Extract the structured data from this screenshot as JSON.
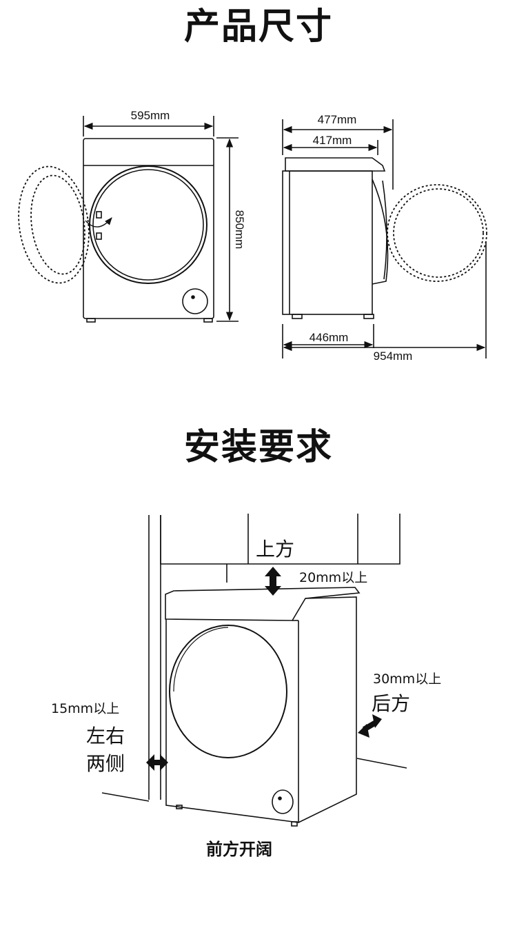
{
  "titles": {
    "dimensions": "产品尺寸",
    "install": "安装要求"
  },
  "dimensions": {
    "front_width": "595mm",
    "height": "850mm",
    "side_depth_total": "477mm",
    "side_depth_body": "417mm",
    "side_depth_feet": "446mm",
    "side_depth_door_open": "954mm"
  },
  "install": {
    "top_label": "上方",
    "top_clearance": "20mm以上",
    "back_clearance": "30mm以上",
    "back_label": "后方",
    "side_clearance": "15mm以上",
    "side_label_line1": "左右",
    "side_label_line2": "两侧",
    "front_label": "前方开阔"
  }
}
